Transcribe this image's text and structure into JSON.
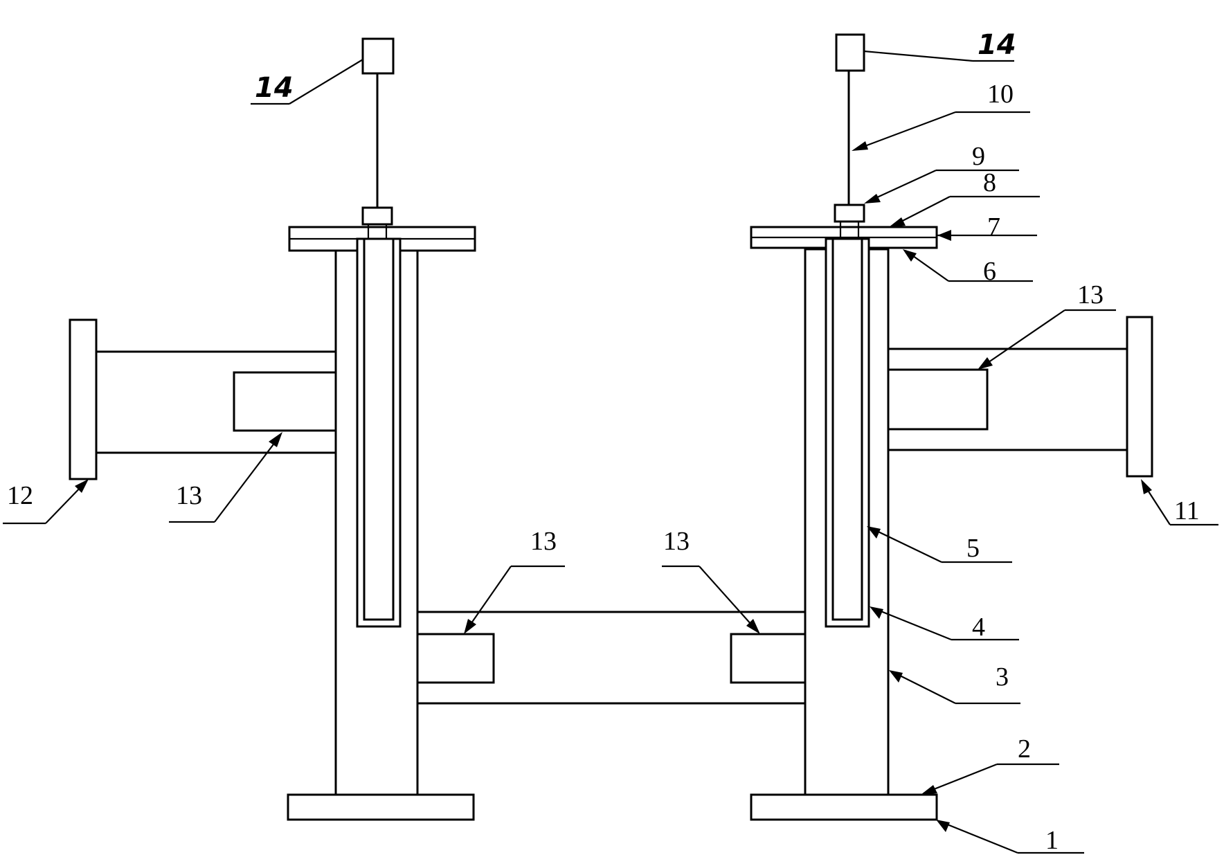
{
  "labels": {
    "l1": "1",
    "l2": "2",
    "l3": "3",
    "l4": "4",
    "l5": "5",
    "l6": "6",
    "l7": "7",
    "l8": "8",
    "l9": "9",
    "l10": "10",
    "l11": "11",
    "l12": "12",
    "l13_left_upper": "13",
    "l13_right_upper": "13",
    "l13_center_left": "13",
    "l13_center_right": "13",
    "l14_left": "14",
    "l14_right": "14"
  }
}
